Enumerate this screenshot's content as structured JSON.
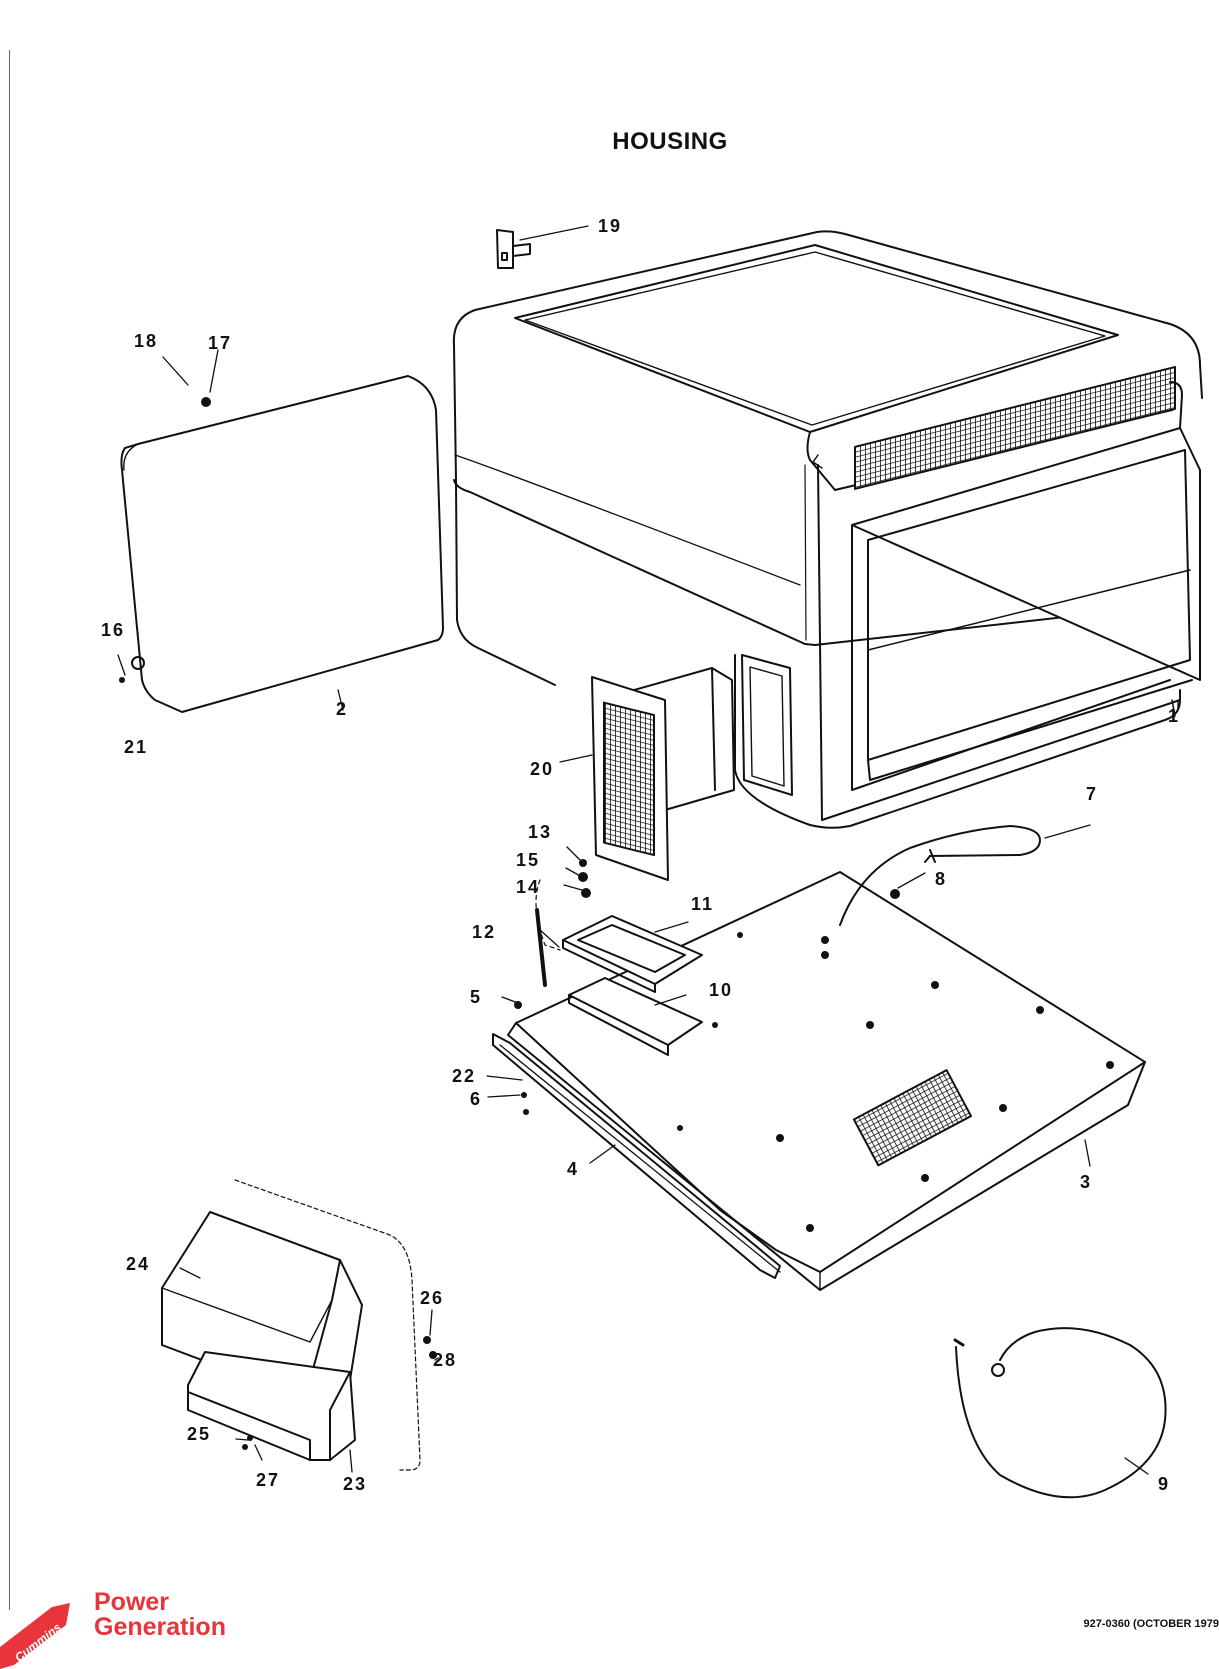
{
  "page": {
    "title": "HOUSING"
  },
  "parts": {
    "p1": "1",
    "p2": "2",
    "p3": "3",
    "p4": "4",
    "p5": "5",
    "p6": "6",
    "p7": "7",
    "p8": "8",
    "p9": "9",
    "p10": "10",
    "p11": "11",
    "p12": "12",
    "p13": "13",
    "p14": "14",
    "p15": "15",
    "p16": "16",
    "p17": "17",
    "p18": "18",
    "p19": "19",
    "p20": "20",
    "p21": "21",
    "p22": "22",
    "p23": "23",
    "p24": "24",
    "p25": "25",
    "p26": "26",
    "p27": "27",
    "p28": "28"
  },
  "footer": {
    "logo_text": "Cummins",
    "brand_line1": "Power",
    "brand_line2": "Generation",
    "doc_ref": "927-0360 (OCTOBER 1979"
  },
  "colors": {
    "brand_red": "#e8343a",
    "line": "#111111"
  }
}
